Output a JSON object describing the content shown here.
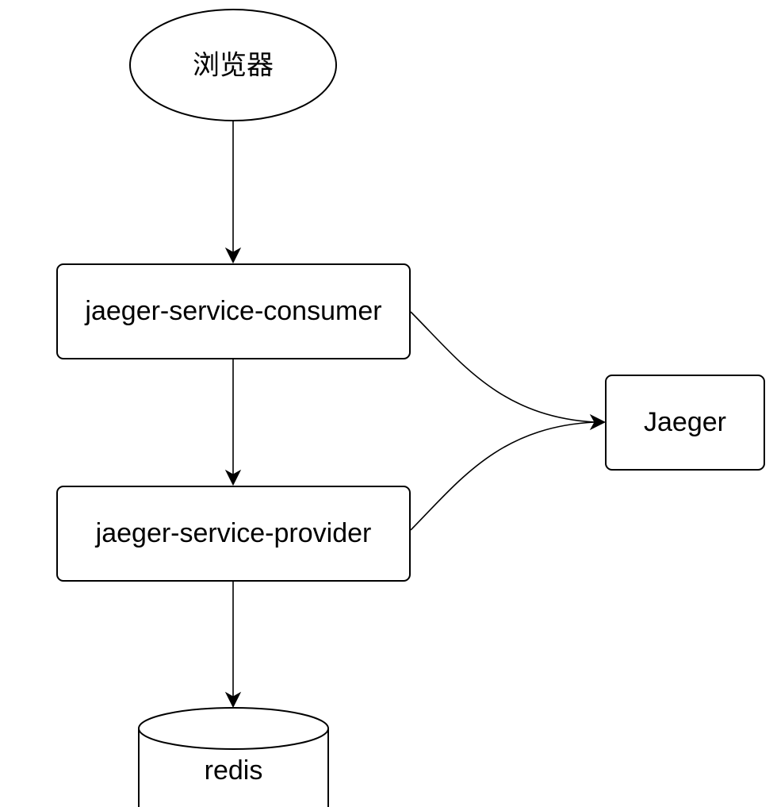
{
  "nodes": {
    "browser": {
      "label": "浏览器",
      "shape": "ellipse"
    },
    "consumer": {
      "label": "jaeger-service-consumer",
      "shape": "rounded-rectangle"
    },
    "provider": {
      "label": "jaeger-service-provider",
      "shape": "rounded-rectangle"
    },
    "jaeger": {
      "label": "Jaeger",
      "shape": "rounded-rectangle"
    },
    "redis": {
      "label": "redis",
      "shape": "cylinder"
    }
  },
  "edges": [
    {
      "from": "浏览器",
      "to": "jaeger-service-consumer"
    },
    {
      "from": "jaeger-service-consumer",
      "to": "jaeger-service-provider"
    },
    {
      "from": "jaeger-service-provider",
      "to": "redis"
    },
    {
      "from": "jaeger-service-consumer",
      "to": "Jaeger"
    },
    {
      "from": "jaeger-service-provider",
      "to": "Jaeger"
    }
  ],
  "colors": {
    "stroke": "#000000",
    "fill": "#ffffff",
    "background": "#ffffff"
  }
}
